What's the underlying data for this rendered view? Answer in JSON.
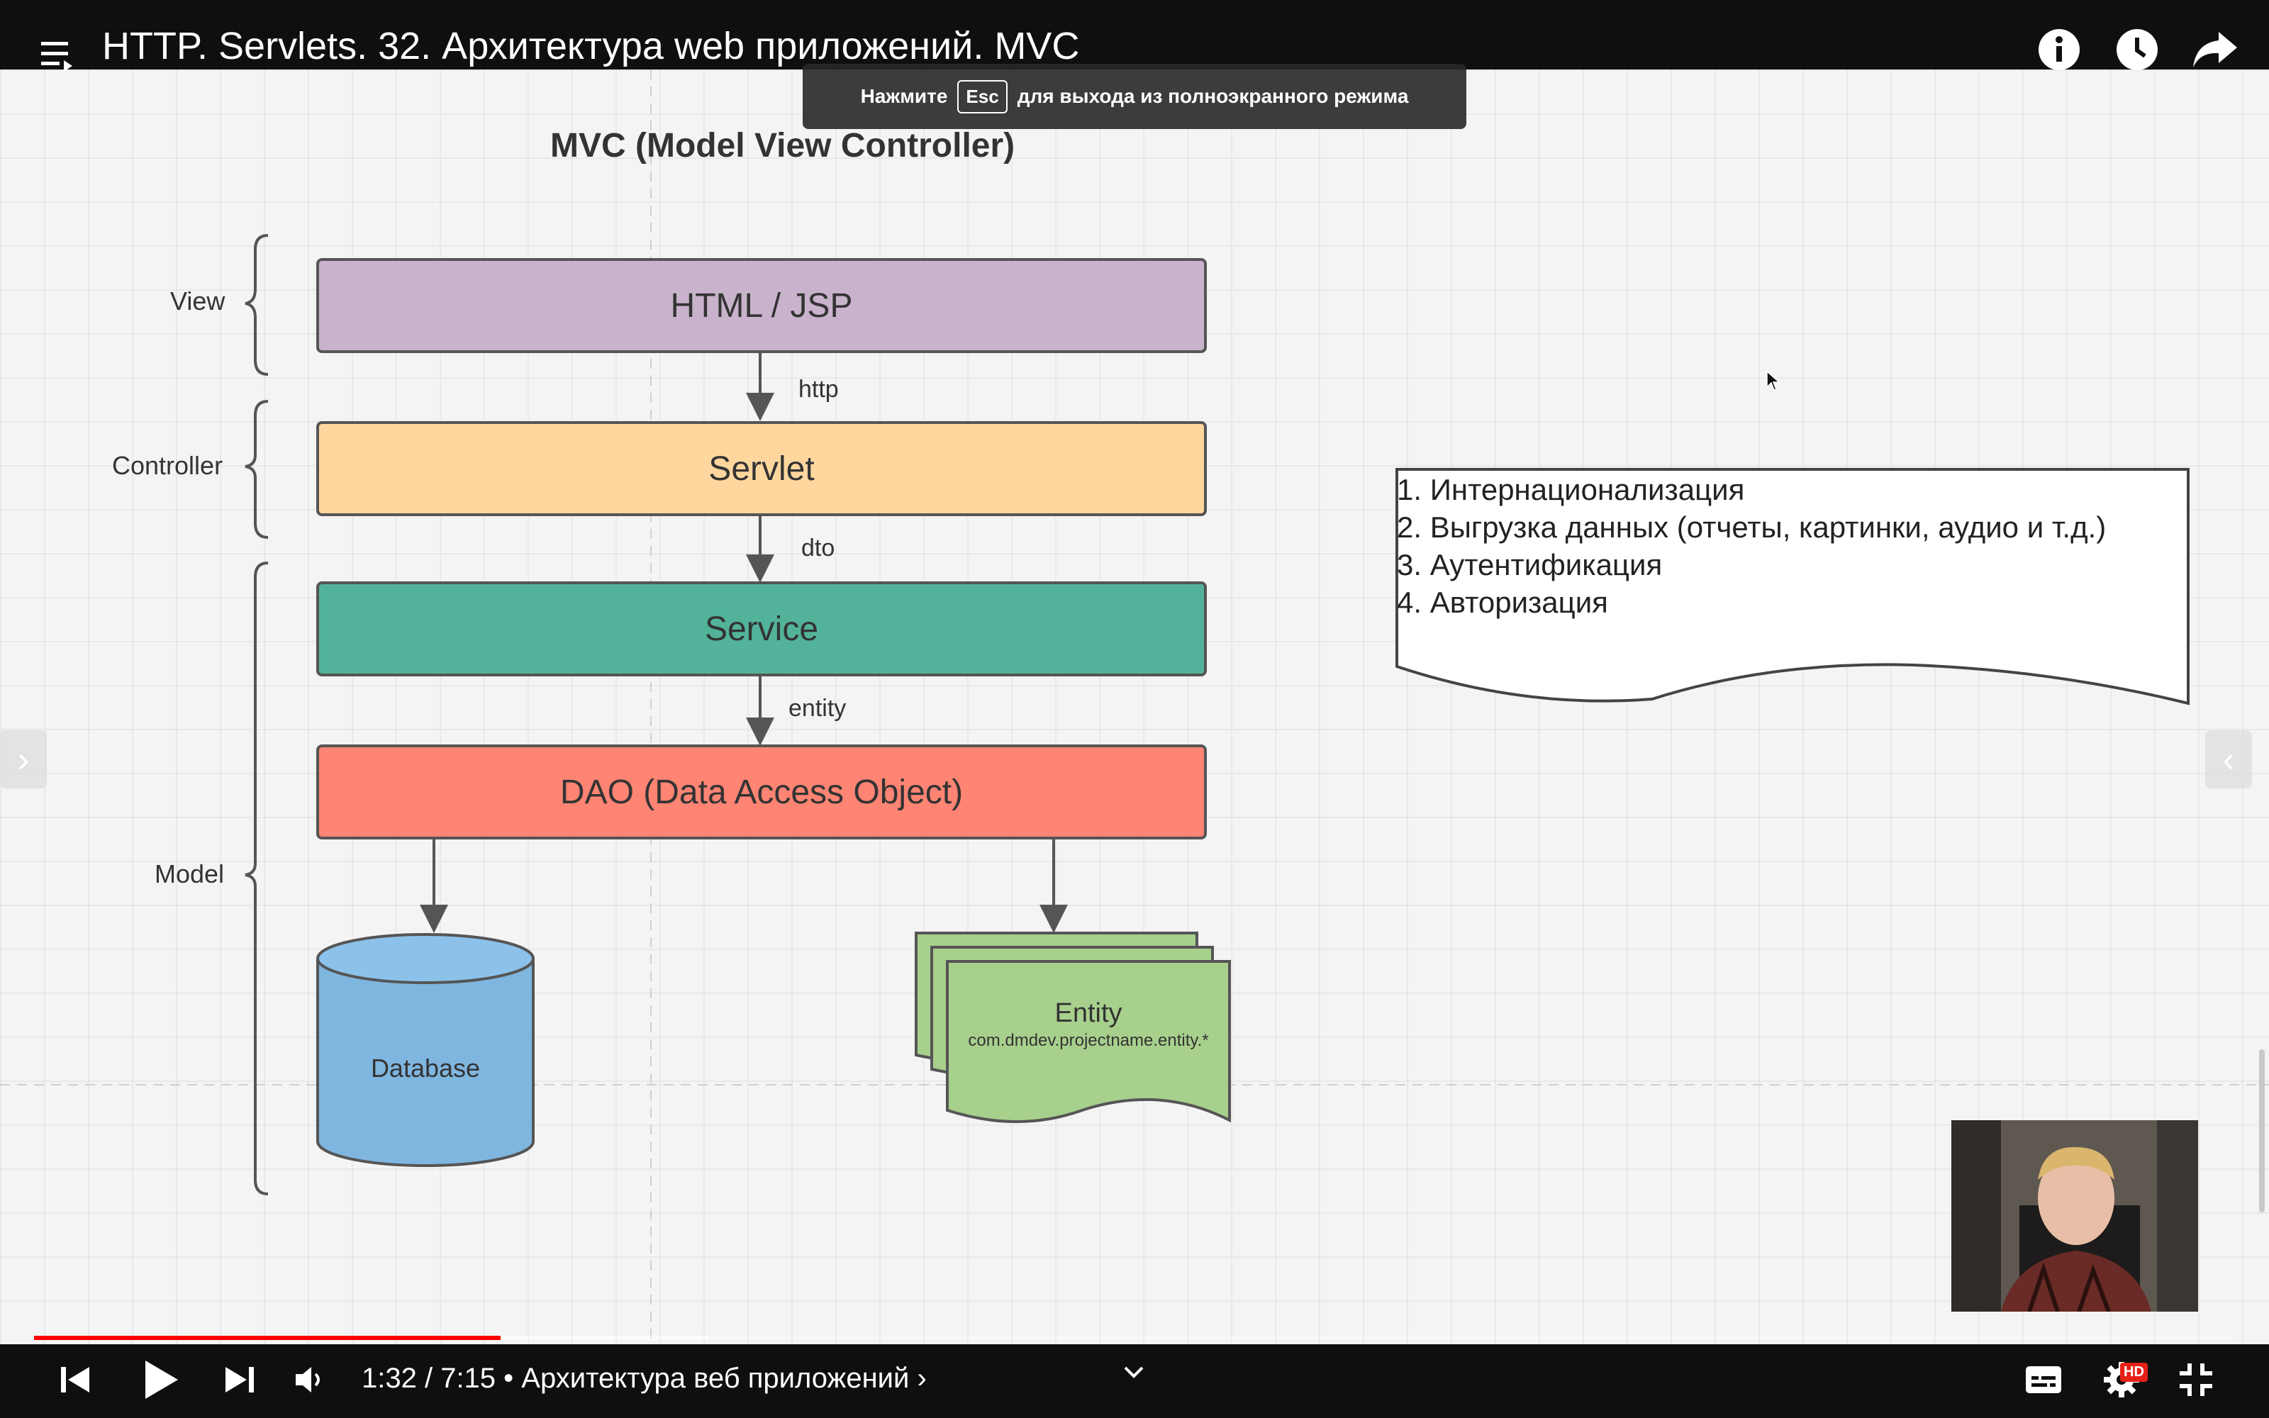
{
  "header": {
    "video_title": "HTTP. Servlets. 32. Архитектура web приложений. MVC"
  },
  "toast": {
    "before": "Нажмите",
    "key": "Esc",
    "after": "для выхода из полноэкранного режима"
  },
  "diagram": {
    "title": "MVC (Model View Controller)",
    "layers": {
      "view": "View",
      "controller": "Controller",
      "model": "Model"
    },
    "boxes": {
      "html_jsp": "HTML / JSP",
      "servlet": "Servlet",
      "service": "Service",
      "dao": "DAO (Data Access Object)",
      "database": "Database",
      "entity": "Entity",
      "entity_package": "com.dmdev.projectname.entity.*"
    },
    "edges": {
      "http": "http",
      "dto": "dto",
      "entity": "entity"
    },
    "colors": {
      "view": "#c9b3cc",
      "controller": "#ffd79e",
      "service": "#52b39a",
      "dao": "#fe8473",
      "database": "#7fb6e0",
      "entity": "#a8d08d"
    }
  },
  "notes": [
    "1. Интернационализация",
    "2. Выгрузка данных (отчеты, картинки, аудио и т.д.)",
    "3. Аутентификация",
    "4. Авторизация"
  ],
  "player": {
    "time": "1:32 / 7:15",
    "chapter": "• Архитектура веб приложений",
    "chapter_chevron": "›",
    "progress_fraction": 0.212,
    "buffer_fraction": 0.306,
    "hd_badge": "HD",
    "icons": {
      "menu": "playlist-icon",
      "info": "info-icon",
      "watch_later": "clock-icon",
      "share": "share-icon",
      "prev": "previous-icon",
      "play": "play-icon",
      "next": "next-icon",
      "volume": "volume-icon",
      "expand": "chevron-down-icon",
      "subtitles": "subtitles-icon",
      "settings": "gear-icon",
      "exit_fullscreen": "exit-fullscreen-icon"
    }
  },
  "side_arrows": {
    "left": "›",
    "right": "‹"
  }
}
